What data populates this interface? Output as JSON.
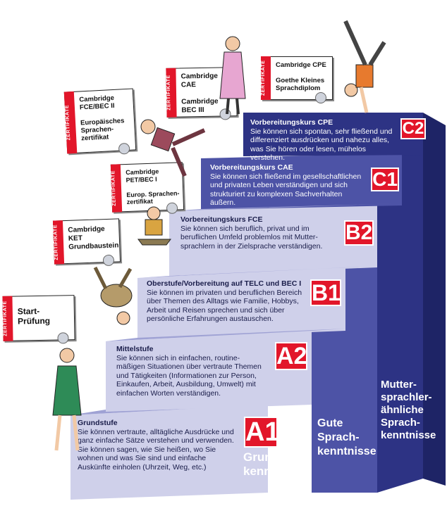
{
  "colors": {
    "front": "#cfd0ea",
    "top": "#9fa2d4",
    "dark_blue": "#2d3384",
    "mid_blue": "#4d53a6",
    "badge_red": "#e2162a"
  },
  "columns": {
    "basic": {
      "label": "Grund-\nkenntnisse"
    },
    "good": {
      "label": "Gute\nSprach-\nkenntnisse"
    },
    "native": {
      "label": "Mutter-\nsprachler-\nähnliche\nSprach-\nkenntnisse"
    }
  },
  "steps": [
    {
      "level": "A1",
      "title": "Grundstufe",
      "desc": "Sie können vertraute, alltägliche Ausdrücke und ganz einfache Sätze verstehen und verwenden. Sie können sagen, wie Sie heißen, wo Sie wohnen und was Sie sind und einfache Auskünfte einholen (Uhrzeit, Weg, etc.)"
    },
    {
      "level": "A2",
      "title": "Mittelstufe",
      "desc": "Sie können sich in einfachen, routine-mäßigen Situationen über vertraute Themen und Tätigkeiten (Informationen zur Person, Einkaufen, Arbeit, Ausbildung, Umwelt) mit einfachen Worten verständigen."
    },
    {
      "level": "B1",
      "title": "Oberstufe/Vorbereitung auf TELC und BEC I",
      "desc": "Sie können im privaten und beruflichen Bereich über Themen des Alltags wie Familie, Hobbys, Arbeit und Reisen sprechen und sich über persönliche Erfahrungen austauschen."
    },
    {
      "level": "B2",
      "title": "Vorbereitungskurs FCE",
      "desc": "Sie können sich beruflich, privat und im beruflichen Umfeld problemlos mit Mutter-sprachlern in der Zielsprache verständigen."
    },
    {
      "level": "C1",
      "title": "Vorbereitungskurs CAE",
      "desc": "Sie können sich fließend im gesellschaftlichen und privaten Leben verständigen und sich strukturiert zu komplexen Sachverhalten äußern."
    },
    {
      "level": "C2",
      "title": "Vorbereitungskurs CPE",
      "desc": "Sie können sich spontan, sehr fließend und differenziert ausdrücken und nahezu alles, was Sie hören oder lesen, mühelos verstehen."
    }
  ],
  "certificates": {
    "tag": "ZERTIFIKATE",
    "items": [
      {
        "text": "Start-\nPrüfung"
      },
      {
        "text": "Cambridge\nKET\nGrundbaustein"
      },
      {
        "text": "Cambridge\nPET/BEC I\n\nEurop. Sprachen-\nzertifikat"
      },
      {
        "text": "Cambridge\nFCE/BEC II\n\nEuropäisches\nSprachen-\nzertifikat"
      },
      {
        "text": "Cambridge CAE\n\nCambridge\nBEC III"
      },
      {
        "text": "Cambridge CPE\n\nGoethe Kleines\nSprachdiplom"
      }
    ]
  }
}
